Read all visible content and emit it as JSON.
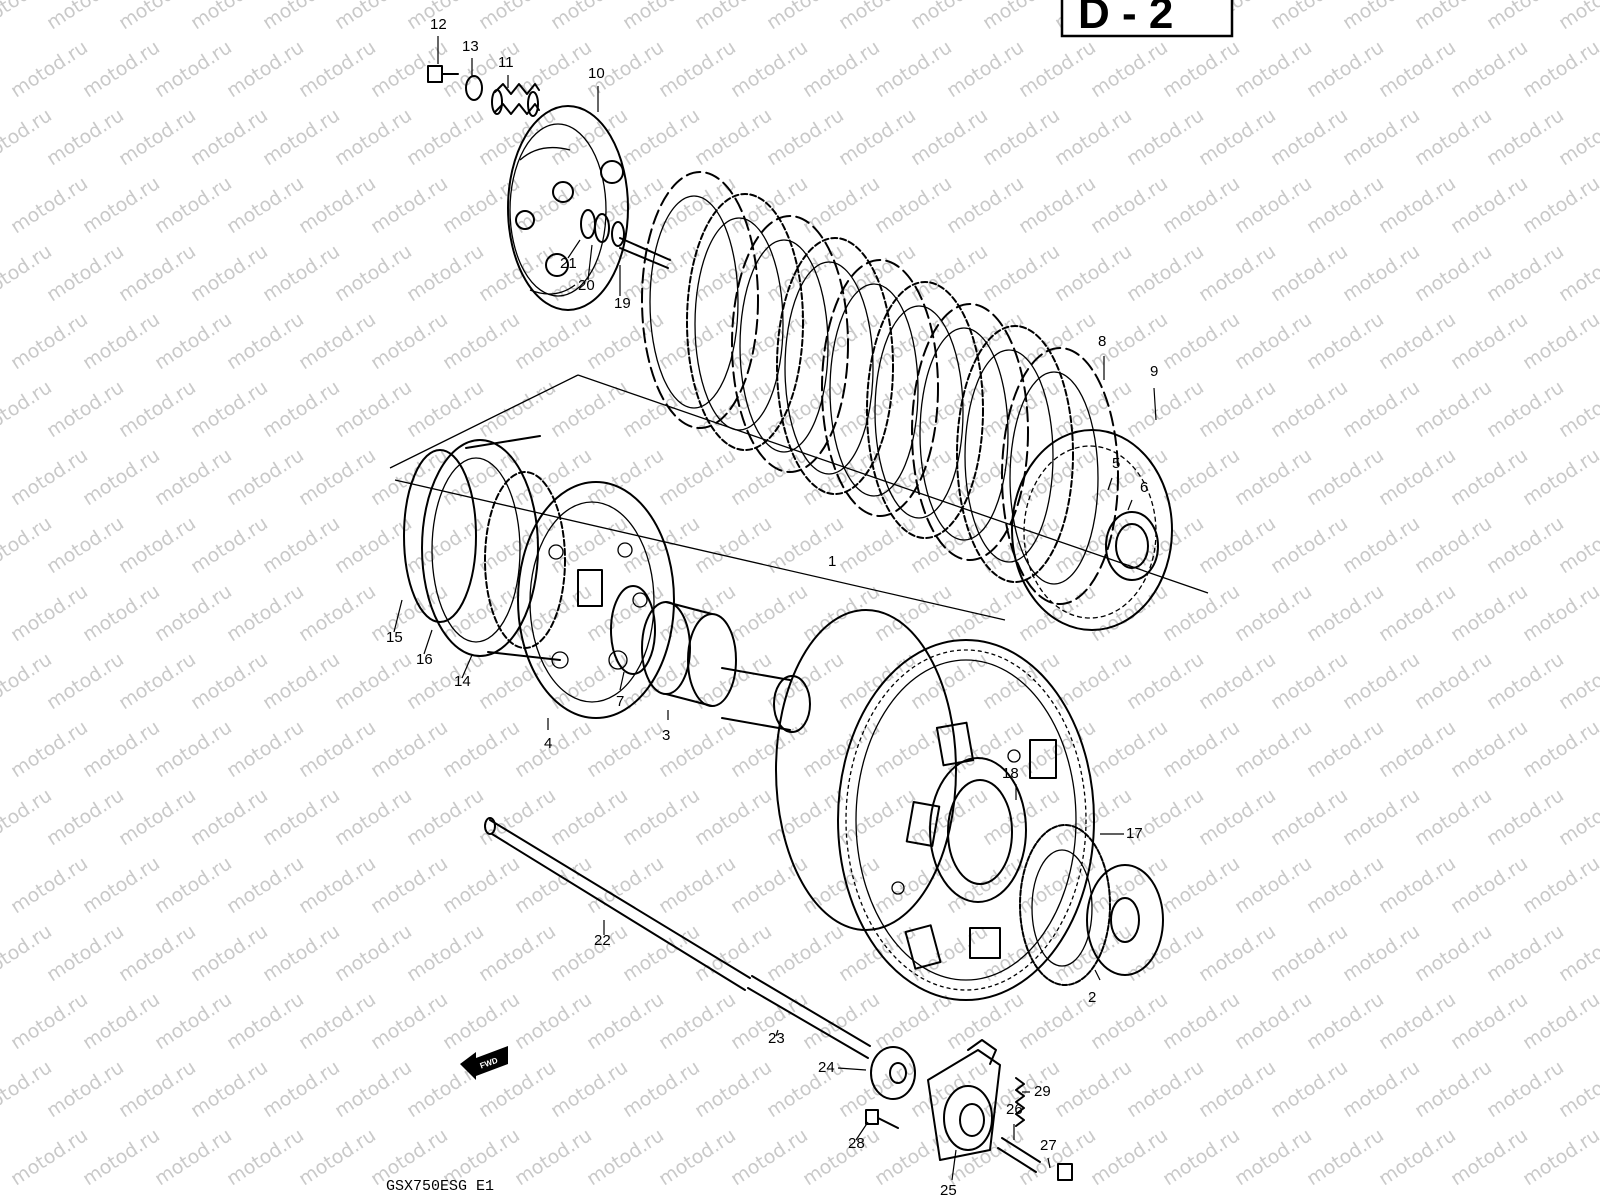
{
  "section_label": "D - 2",
  "caption": "GSX750ESG E1",
  "forward_arrow_label": "FWD",
  "watermark": "motod.ru",
  "callouts": [
    "1",
    "2",
    "3",
    "4",
    "5",
    "6",
    "7",
    "8",
    "9",
    "10",
    "11",
    "12",
    "13",
    "14",
    "15",
    "16",
    "17",
    "18",
    "19",
    "20",
    "21",
    "22",
    "23",
    "24",
    "25",
    "26",
    "27",
    "28",
    "29"
  ]
}
